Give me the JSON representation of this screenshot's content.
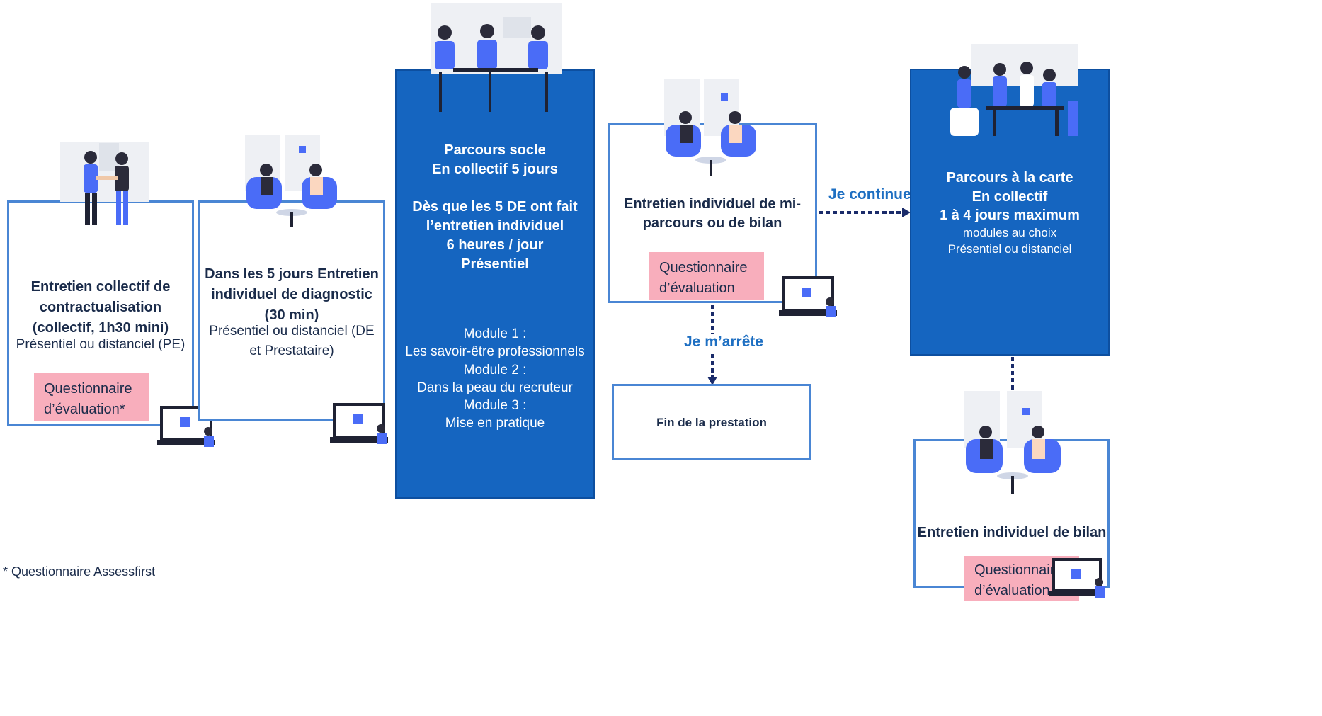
{
  "box1": {
    "title_lines": [
      "Entretien collectif de",
      "contractualisation",
      "(collectif, 1h30 mini)"
    ],
    "subtitle": "Présentiel ou distanciel (PE)",
    "badge_lines": [
      "Questionnaire",
      "d’évaluation*"
    ]
  },
  "box2": {
    "title_lines": [
      "Dans les 5 jours Entretien",
      "individuel  de diagnostic",
      "(30 min)"
    ],
    "subtitle_lines": [
      "Présentiel ou distanciel (DE",
      "et Prestataire)"
    ]
  },
  "box3": {
    "title_lines": [
      "Parcours socle",
      "En collectif 5 jours"
    ],
    "detail_lines": [
      "Dès que les 5 DE ont fait",
      "l’entretien individuel",
      "6 heures / jour",
      "Présentiel"
    ],
    "module_lines": [
      "Module 1 :",
      "Les savoir-être professionnels",
      "Module 2 :",
      "Dans la peau du recruteur",
      "Module 3 :",
      "Mise en pratique"
    ]
  },
  "box4": {
    "title_lines": [
      "Entretien individuel de mi-",
      "parcours ou de bilan"
    ],
    "badge_lines": [
      "Questionnaire",
      "d’évaluation"
    ]
  },
  "box5": {
    "title_lines": [
      "Parcours à la carte",
      "En collectif",
      "1 à 4 jours maximum"
    ],
    "detail_lines": [
      "modules au choix",
      "Présentiel ou  distanciel"
    ]
  },
  "box6": {
    "title": "Fin de la prestation"
  },
  "box7": {
    "title": "Entretien individuel de bilan",
    "badge_lines": [
      "Questionnaire",
      "d’évaluation"
    ]
  },
  "arrows": {
    "continue": "Je continue",
    "stop": "Je m’arrête"
  },
  "footnote": "* Questionnaire Assessfirst",
  "colors": {
    "primary": "#1565c0",
    "outline": "#4a86d4",
    "badge": "#f8aebc",
    "accent_text": "#1e6fc2"
  },
  "icons": [
    "handshake-illustration",
    "meeting-illustration",
    "team-meeting-illustration",
    "laptop-illustration",
    "office-team-illustration"
  ]
}
